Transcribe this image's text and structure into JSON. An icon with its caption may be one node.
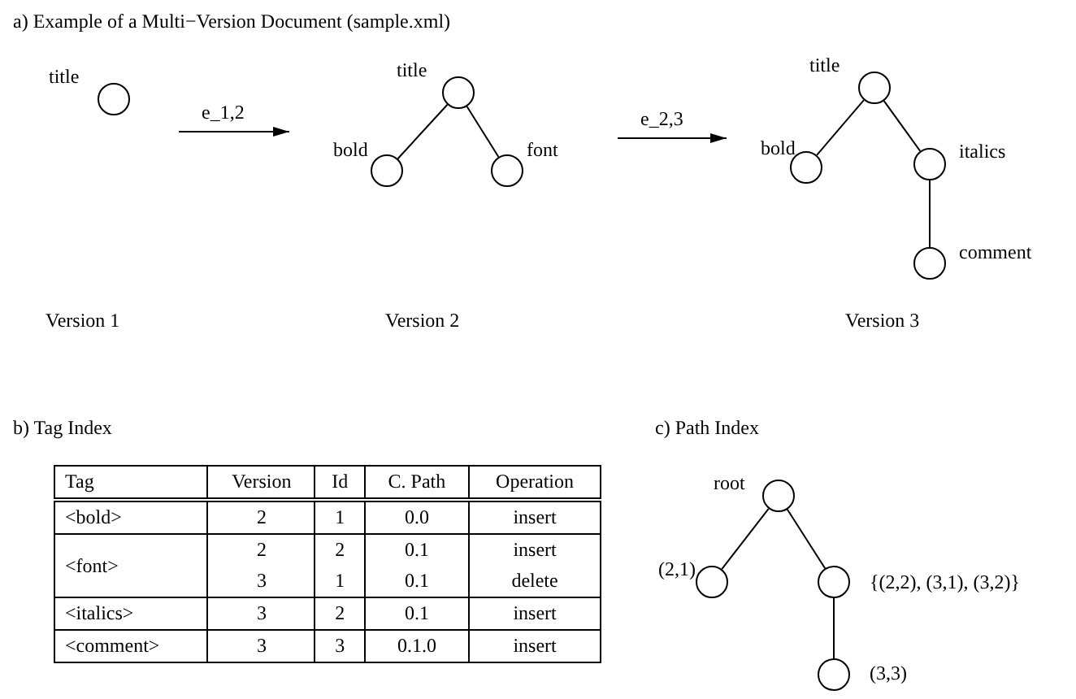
{
  "diagram": {
    "nodes": [
      {
        "text": [
          "Version 1"
        ]
      },
      {
        "text": [],
        "shape": "circle",
        "beside": [
          "title"
        ],
        "in": 0
      },
      {
        "text": [
          "Version 2"
        ]
      },
      {
        "text": [],
        "shape": "circle",
        "beside": [
          "title"
        ],
        "in": 2
      },
      {
        "text": [],
        "shape": "circle",
        "beside": [
          "bold"
        ],
        "in": 2
      },
      {
        "text": [],
        "shape": "circle",
        "beside": [
          "font"
        ],
        "in": 2
      },
      {
        "text": [
          "Version 3"
        ]
      },
      {
        "text": [],
        "shape": "circle",
        "beside": [
          "title"
        ],
        "in": 6
      },
      {
        "text": [],
        "shape": "circle",
        "beside": [
          "bold"
        ],
        "in": 6
      },
      {
        "text": [],
        "shape": "circle",
        "beside": [
          "italics"
        ],
        "in": 6
      },
      {
        "text": [],
        "shape": "circle",
        "beside": [
          "comment"
        ],
        "in": 6
      },
      {
        "text": [],
        "shape": "circle",
        "beside": [
          "root"
        ]
      },
      {
        "text": [],
        "shape": "circle",
        "beside": [
          "(2,1)"
        ]
      },
      {
        "text": [],
        "shape": "circle",
        "beside": [
          "{(2,2), (3,1), (3,2)}"
        ]
      },
      {
        "text": [],
        "shape": "circle",
        "beside": [
          "(3,3)"
        ]
      }
    ],
    "edges": [
      {
        "from": 0,
        "to": 2,
        "arrow": "to",
        "label": "e_1,2"
      },
      {
        "from": 3,
        "to": 4,
        "arrow": "none"
      },
      {
        "from": 3,
        "to": 5,
        "arrow": "none"
      },
      {
        "from": 2,
        "to": 6,
        "arrow": "to",
        "label": "e_2,3"
      },
      {
        "from": 7,
        "to": 8,
        "arrow": "none"
      },
      {
        "from": 7,
        "to": 9,
        "arrow": "none"
      },
      {
        "from": 9,
        "to": 10,
        "arrow": "none"
      },
      {
        "from": 11,
        "to": 12,
        "arrow": "none"
      },
      {
        "from": 11,
        "to": 13,
        "arrow": "none"
      },
      {
        "from": 13,
        "to": 14,
        "arrow": "none"
      }
    ],
    "labels": [
      "a) Example of a Multi−Version Document (sample.xml)",
      "b) Tag Index",
      "Tag",
      "Version",
      "Id",
      "C. Path",
      "Operation",
      "<bold>",
      "2",
      "1",
      "0.0",
      "insert",
      "<font>",
      "2",
      "2",
      "0.1",
      "insert",
      "3",
      "1",
      "0.1",
      "delete",
      "<italics>",
      "3",
      "2",
      "0.1",
      "insert",
      "<comment>",
      "3",
      "3",
      "0.1.0",
      "insert",
      "c) Path Index"
    ]
  }
}
